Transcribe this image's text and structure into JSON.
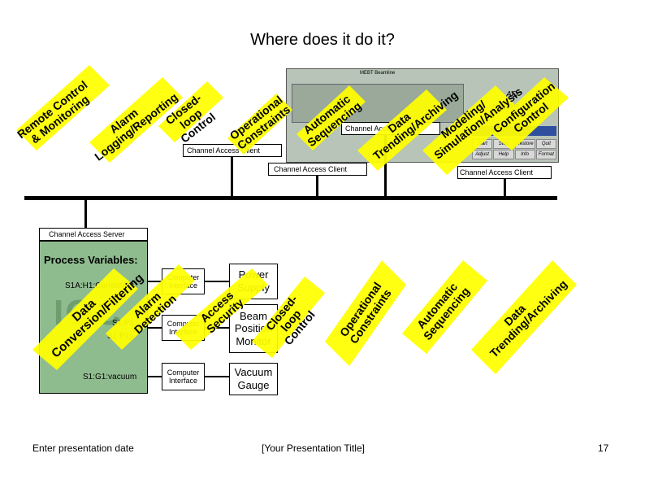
{
  "title": "Where does it do it?",
  "bus_labels": {
    "cac_left": "Channel Access Client",
    "cac_mid": "Channel Access Client",
    "cac_center": "Channel Access Client",
    "cac_right": "Channel Access Client",
    "cas": "Channel Access Server"
  },
  "screen_text": {
    "top_left": "MEBT Beamline",
    "amps": "AMPS",
    "ao": "AO",
    "hl": "HL",
    "buttons": [
      "Start",
      "Stop",
      "Restore",
      "Quit",
      "Adjust",
      "Help",
      "Info",
      "Format"
    ]
  },
  "ioc": {
    "header": "Process Variables:",
    "pv1": "S1A:H1:CurrentAO",
    "pv2": "S1:P1",
    "pv3": "S1:P1y",
    "pv4": "S1:G1:vacuum",
    "ioc_text": "IOC"
  },
  "interfaces": [
    "Computer Interface",
    "Computer Interface",
    "Computer Interface"
  ],
  "devices": [
    "Power Supply",
    "Beam Position Monitor",
    "Vacuum Gauge"
  ],
  "diamonds_top": [
    "Remote Control & Monitoring",
    "Alarm Logging/Reporting",
    "Closed-loop Control",
    "Operational Constraints",
    "Automatic Sequencing",
    "Data Trending/Archiving",
    "Modeling/ Simulation/Analysis",
    "Configuration Control"
  ],
  "diamonds_bottom": [
    "Data Conversion/Filtering",
    "Alarm Detection",
    "Access Security",
    "Closed-loop Control",
    "Operational Constraints",
    "Automatic Sequencing",
    "Data Trending/Archiving"
  ],
  "footer": {
    "date": "Enter presentation date",
    "presentation_title": "[Your Presentation Title]",
    "page": "17"
  },
  "colors": {
    "highlight": "#ffff00",
    "ioc_fill": "#8fbc8f",
    "screen_fill": "#b7c4b7",
    "bus": "#000000"
  }
}
